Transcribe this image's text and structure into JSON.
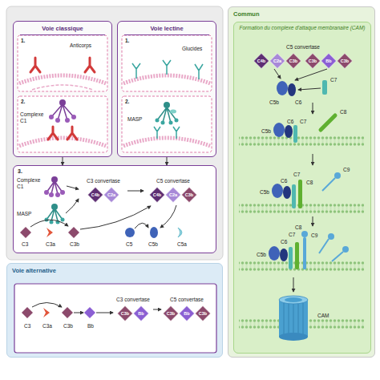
{
  "diagram": {
    "nodes": [
      {
        "text": [
          "Voie classique"
        ]
      },
      {
        "text": [
          "Voie lectine"
        ]
      },
      {
        "text": [
          "3."
        ]
      },
      {
        "text": [
          "C3 convertase"
        ],
        "in": 2
      },
      {
        "text": [
          "C4b"
        ],
        "in": 3
      },
      {
        "text": [
          "C2a"
        ],
        "in": 3
      },
      {
        "text": [
          "C5 convertase"
        ],
        "in": 2
      },
      {
        "text": [
          "C4b"
        ],
        "in": 6
      },
      {
        "text": [
          "C2a"
        ],
        "in": 6
      },
      {
        "text": [
          "C3b"
        ],
        "in": 6
      },
      {
        "text": [
          "Voie alternative"
        ]
      },
      {
        "text": [
          "C3 convertase"
        ],
        "in": 10
      },
      {
        "text": [
          "C3b"
        ],
        "in": 11
      },
      {
        "text": [
          "Bb"
        ],
        "in": 11
      },
      {
        "text": [
          "C5 convertase"
        ],
        "in": 10
      },
      {
        "text": [
          "C3b"
        ],
        "in": 14
      },
      {
        "text": [
          "Bb"
        ],
        "in": 14
      },
      {
        "text": [
          "C3b"
        ],
        "in": 14
      },
      {
        "text": [
          "Commun"
        ]
      },
      {
        "text": [
          "Formation du complexe d'attaque membranaire (CAM)"
        ],
        "in": 18
      },
      {
        "text": [
          "C5 convertase"
        ],
        "in": 19
      },
      {
        "text": [
          "C4b"
        ],
        "in": 20
      },
      {
        "text": [
          "C2a"
        ],
        "in": 20
      },
      {
        "text": [
          "C3b"
        ],
        "in": 20
      },
      {
        "text": [
          "C3b"
        ],
        "in": 20
      },
      {
        "text": [
          "Bb"
        ],
        "in": 20
      },
      {
        "text": [
          "C3b"
        ],
        "in": 20
      }
    ],
    "edges": [
      {
        "from": 0,
        "to": 2,
        "arrow": "to"
      },
      {
        "from": 1,
        "to": 2,
        "arrow": "to"
      },
      {
        "from": 3,
        "to": 6,
        "arrow": "to"
      },
      {
        "from": 11,
        "to": 14,
        "arrow": "to"
      }
    ],
    "labels": [
      "1.",
      "Anticorps",
      "2.",
      "Complexe C1",
      "1.",
      "Glucides",
      "2.",
      "MASP",
      "Complexe C1",
      "MASP",
      "C3",
      "C3a",
      "C3b",
      "C5",
      "C5b",
      "C5a",
      "C3",
      "C3a",
      "C3b",
      "Bb",
      "C5b",
      "C6",
      "C7",
      "C6",
      "C5b",
      "C7",
      "C8",
      "C6",
      "C7",
      "C5b",
      "C8",
      "C9",
      "C6",
      "C7",
      "C8",
      "C5b",
      "C9",
      "CAM"
    ]
  }
}
